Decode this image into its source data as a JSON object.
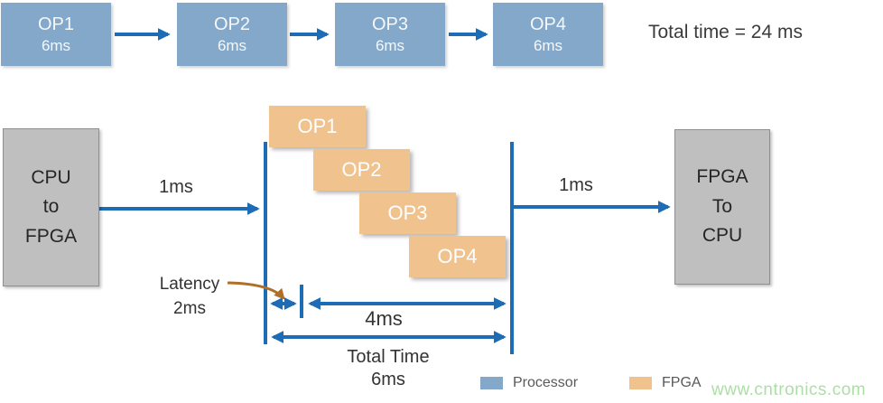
{
  "colors": {
    "processor_blue": "#84a8ca",
    "fpga_orange": "#f0c28e",
    "arrow_blue": "#1e6cb5",
    "gray_box": "#bfbfbf",
    "latency_pointer_orange": "#b06f28",
    "watermark_green": "#abdfa5"
  },
  "sequential_flow": {
    "steps": [
      {
        "label": "OP1",
        "time": "6ms"
      },
      {
        "label": "OP2",
        "time": "6ms"
      },
      {
        "label": "OP3",
        "time": "6ms"
      },
      {
        "label": "OP4",
        "time": "6ms"
      }
    ],
    "total_time_label": "Total time = 24 ms"
  },
  "pipelined_flow": {
    "cpu_box": {
      "lines": [
        "CPU",
        "to",
        "FPGA"
      ]
    },
    "fpga_box": {
      "lines": [
        "FPGA",
        "To",
        "CPU"
      ]
    },
    "transfer_in_label": "1ms",
    "transfer_out_label": "1ms",
    "ops": [
      "OP1",
      "OP2",
      "OP3",
      "OP4"
    ],
    "latency_label_line1": "Latency",
    "latency_label_line2": "2ms",
    "pipeline_time_label": "4ms",
    "total_time_label_line1": "Total Time",
    "total_time_label_line2": "6ms"
  },
  "legend": {
    "items": [
      {
        "label": "Processor",
        "color": "#84a8ca"
      },
      {
        "label": "FPGA",
        "color": "#f0c28e"
      }
    ]
  },
  "watermark": "www.cntronics.com"
}
